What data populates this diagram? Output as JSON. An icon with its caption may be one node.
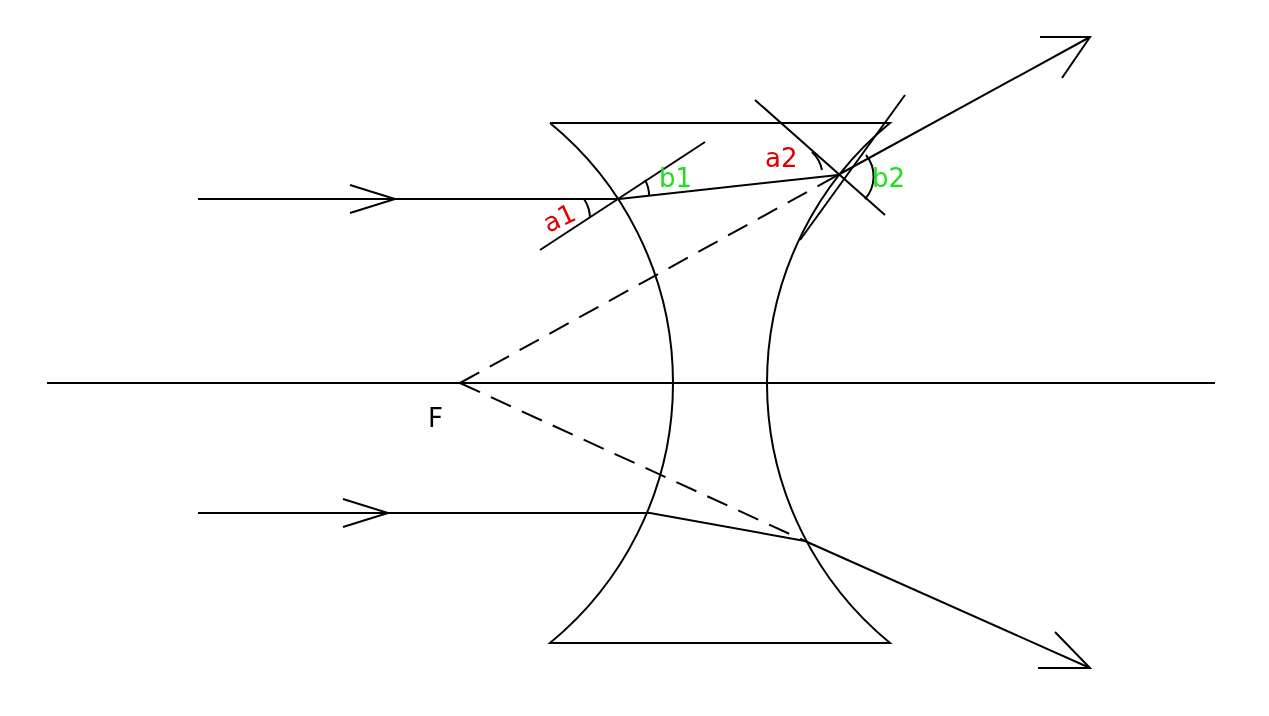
{
  "diagram": {
    "labels": [
      "a2",
      "b1",
      "b2",
      "a1",
      "F"
    ]
  }
}
